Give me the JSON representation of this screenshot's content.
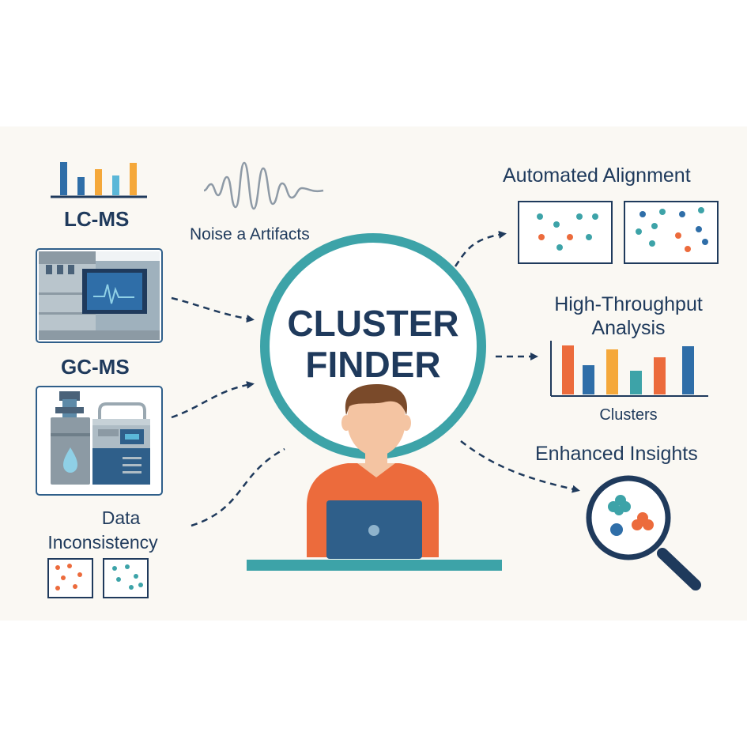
{
  "center": {
    "line1": "CLUSTER",
    "line2": "FINDER"
  },
  "left": {
    "lcms": "LC-MS",
    "gcms": "GC-MS",
    "data_line1": "Data",
    "data_line2": "Inconsistency"
  },
  "noise": "Noise a Artifacts",
  "right": {
    "alignment": "Automated Alignment",
    "throughput_line1": "High-Throughput",
    "throughput_line2": "Analysis",
    "clusters": "Clusters",
    "insights": "Enhanced Insights"
  },
  "colors": {
    "navy": "#1f3a5c",
    "teal": "#3da3a8",
    "orange": "#ec6b3c",
    "yellow": "#f5a83a",
    "blue": "#2f6ea8",
    "light_blue": "#5bb7d8"
  },
  "icons": [
    "bar-chart-icon",
    "noise-wave-icon",
    "lc-ms-instrument-icon",
    "gc-ms-instrument-icon",
    "scatter-plot-icon",
    "person-with-laptop-icon",
    "magnifying-glass-icon"
  ]
}
